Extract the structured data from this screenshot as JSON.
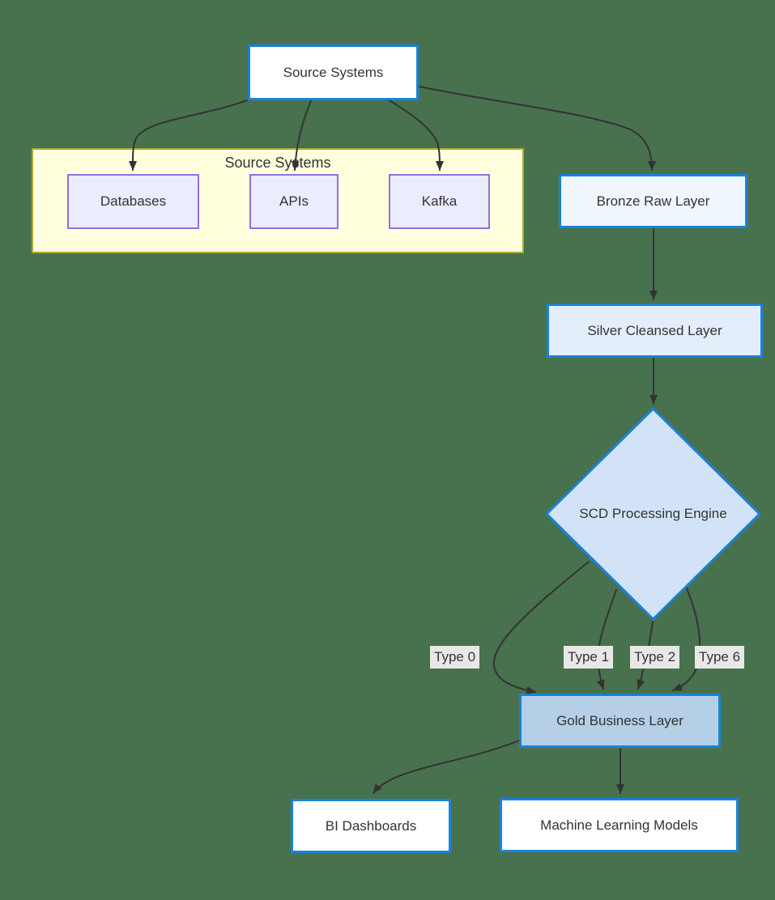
{
  "nodes": {
    "source_top": {
      "label": "Source Systems"
    },
    "databases": {
      "label": "Databases"
    },
    "apis": {
      "label": "APIs"
    },
    "kafka": {
      "label": "Kafka"
    },
    "bronze": {
      "label": "Bronze Raw Layer"
    },
    "silver": {
      "label": "Silver Cleansed Layer"
    },
    "scd_engine": {
      "label": "SCD Processing Engine"
    },
    "gold": {
      "label": "Gold Business Layer"
    },
    "bi": {
      "label": "BI Dashboards"
    },
    "ml": {
      "label": "Machine Learning Models"
    }
  },
  "subgraph": {
    "title": "Source Systems"
  },
  "edge_labels": {
    "type0": "Type 0",
    "type1": "Type 1",
    "type2": "Type 2",
    "type6": "Type 6"
  },
  "colors": {
    "background": "#48714e",
    "node_fill": "#ececff",
    "node_border": "#9370db",
    "subgraph_fill": "#ffffde",
    "subgraph_border": "#aaaa33",
    "blue_border": "#1a82d9",
    "bronze_fill": "#eff6fe",
    "silver_fill": "#e4eefb",
    "scd_fill": "#d2e3f8",
    "gold_fill": "#b5cfe7",
    "white_fill": "#ffffff",
    "text": "#333333",
    "edge": "#333333",
    "edge_label_bg": "#e8e8e8"
  }
}
